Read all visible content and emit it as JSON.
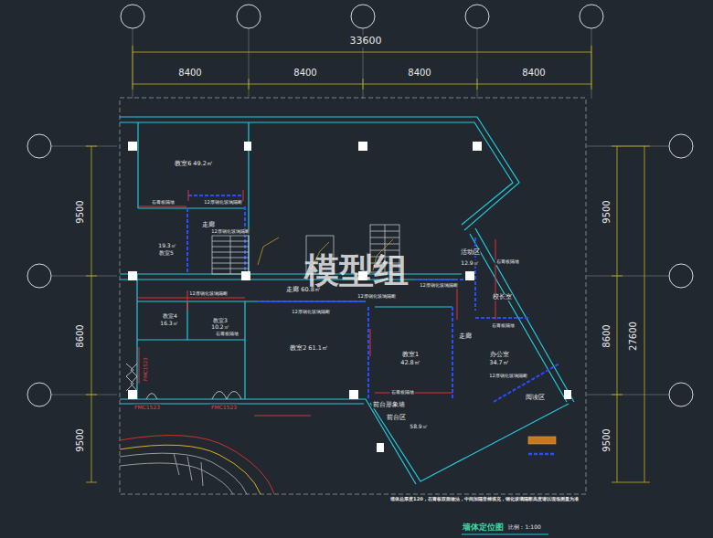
{
  "diagram": {
    "title": "墙体定位图",
    "labels": [
      "33600",
      "8400",
      "8400",
      "8400",
      "8400",
      "9500",
      "8600",
      "9500",
      "9500",
      "8600",
      "9500",
      "27600",
      "教室6 49.2㎡",
      "走廊",
      "19.3㎡",
      "教室5",
      "走廊 60.8㎡",
      "教室4",
      "16.3㎡",
      "教室3",
      "10.2㎡",
      "教室2 61.1㎡",
      "教室1",
      "42.8㎡",
      "活动区",
      "12.9㎡",
      "校长室",
      "走廊",
      "办公室",
      "34.7㎡",
      "阅读区",
      "前台形象墙",
      "前台区",
      "58.9㎡",
      "FMC1523",
      "FMC1523",
      "FMC1523",
      "石膏板隔墙",
      "12厚钢化玻璃隔断",
      "12厚钢化玻璃隔断",
      "12厚钢化玻璃隔断",
      "石膏板隔墙",
      "12厚钢化玻璃隔断",
      "12厚钢化玻璃隔断",
      "12厚钢化玻璃隔断",
      "石膏板隔墙",
      "石膏板隔墙",
      "12厚钢化玻璃隔断",
      "石膏板隔墙",
      "模型组",
      "墙体总厚度120，石膏板双面做法，中间加隔音棉填充，钢化玻璃隔断高度请以现场测量为准",
      "比例：1:100"
    ]
  }
}
